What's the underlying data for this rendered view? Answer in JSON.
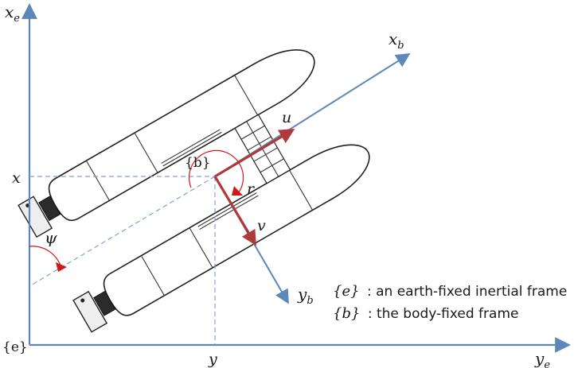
{
  "labels": {
    "xe_main": "x",
    "xe_sub": "e",
    "ye_main": "y",
    "ye_sub": "e",
    "xb_main": "x",
    "xb_sub": "b",
    "yb_main": "y",
    "yb_sub": "b",
    "x_tick": "x",
    "y_tick": "y",
    "origin_e": "{e}",
    "origin_b": "{b}",
    "u": "u",
    "v": "v",
    "r": "r",
    "psi": "ψ"
  },
  "legend": {
    "items": [
      {
        "symbol": "{e}",
        "text": ": an earth-fixed inertial frame"
      },
      {
        "symbol": "{b}",
        "text": ": the body-fixed frame"
      }
    ]
  },
  "colors": {
    "axis": "#5b88b9",
    "velocity": "#b03a3a",
    "rotation": "#d01818"
  }
}
